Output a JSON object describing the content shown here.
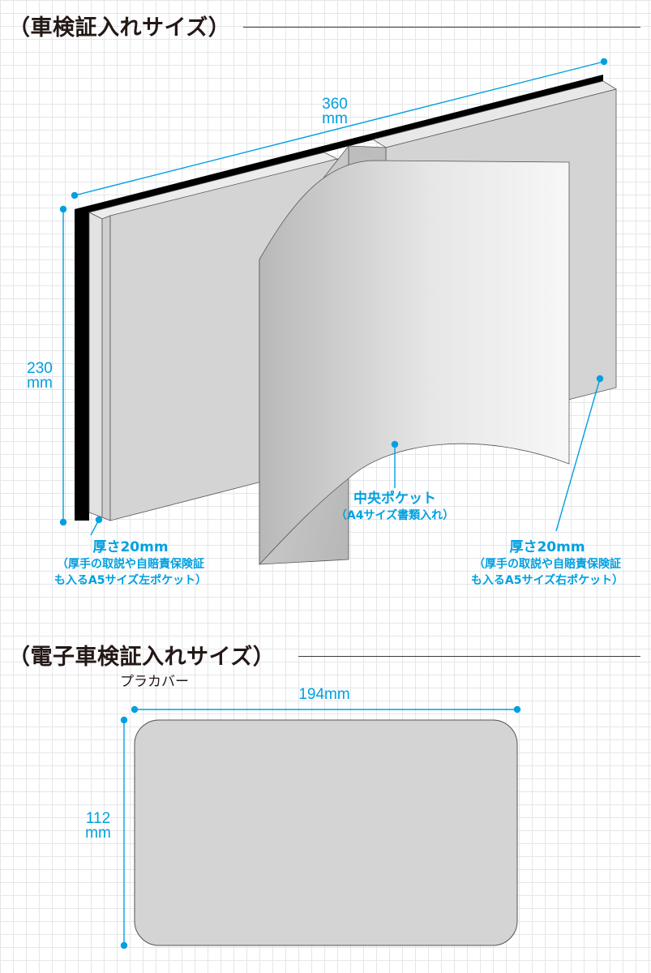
{
  "sections": {
    "booklet": {
      "title": "（車検証入れサイズ）",
      "width_label": {
        "value": "360",
        "unit": "mm"
      },
      "height_label": {
        "value": "230",
        "unit": "mm"
      },
      "center_pocket": {
        "title": "中央ポケット",
        "desc": "（A4サイズ書類入れ）"
      },
      "left_pocket": {
        "title": "厚さ20mm",
        "desc1": "（厚手の取説や自賠責保険証",
        "desc2": "も入るA5サイズ左ポケット）"
      },
      "right_pocket": {
        "title": "厚さ20mm",
        "desc1": "（厚手の取説や自賠責保険証",
        "desc2": "も入るA5サイズ右ポケット）"
      }
    },
    "card_cover": {
      "title": "（電子車検証入れサイズ）",
      "subtitle": "プラカバー",
      "width_label": "194mm",
      "height_label": {
        "value": "112",
        "unit": "mm"
      }
    }
  },
  "colors": {
    "accent": "#00a0e0",
    "text": "#231815",
    "pocket_gray": "#d4d4d4",
    "spine": "#000000"
  }
}
